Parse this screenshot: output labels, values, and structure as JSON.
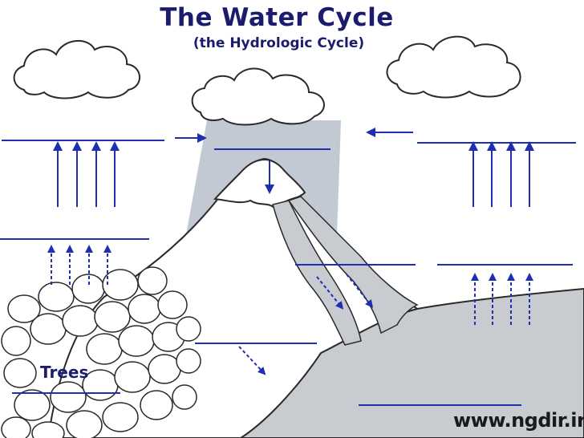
{
  "title": "The Water Cycle",
  "subtitle": "(the Hydrologic Cycle)",
  "labels": {
    "trees": "Trees"
  },
  "watermark": "www.ngdir.ir",
  "colors": {
    "ink": "#1c1c6e",
    "arrow_blue": "#1f2fb0",
    "rain_gray": "#c3c9d3",
    "water_gray": "#c8cbcf",
    "outline": "#2a2a2a"
  },
  "icons": {
    "clouds": "cloud-icon",
    "arrows": "arrow-icon",
    "trees": "tree-icon",
    "mountain": "mountain-icon"
  }
}
